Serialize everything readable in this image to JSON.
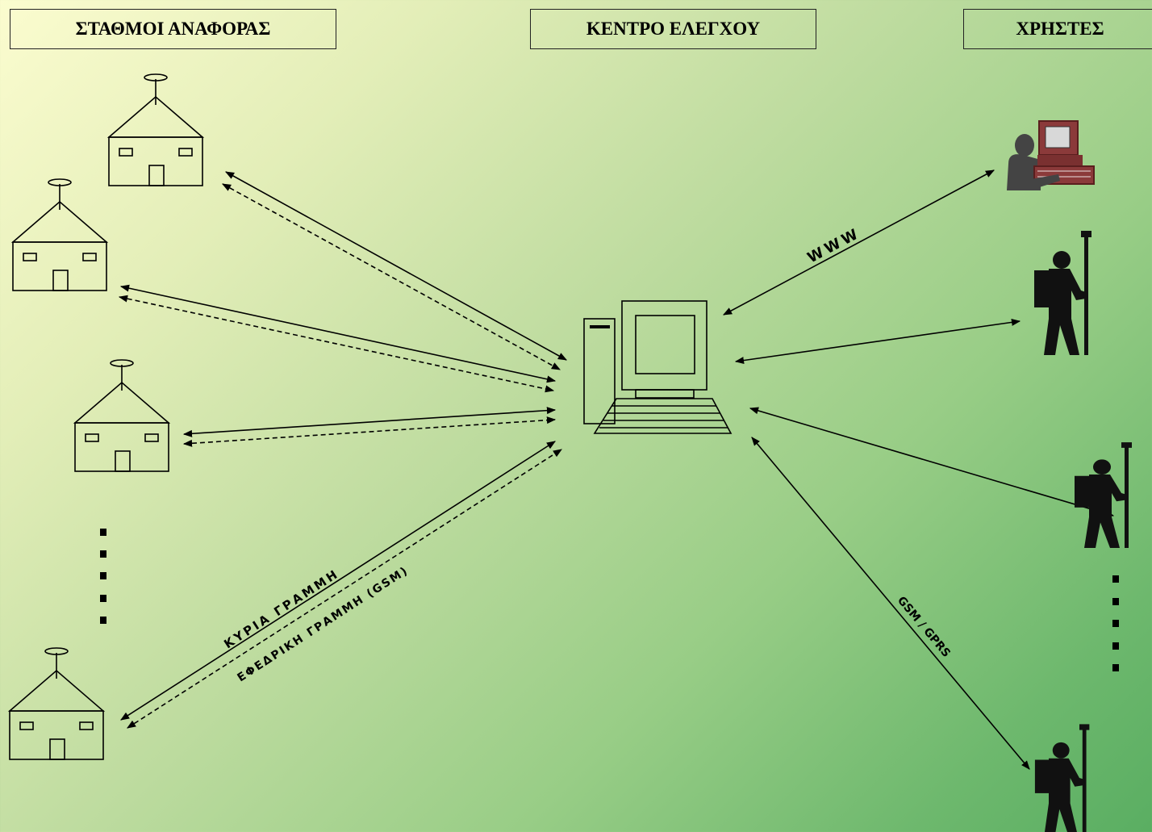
{
  "headers": {
    "stations": "ΣΤΑΘΜΟΙ ΑΝΑΦΟΡΑΣ",
    "control": "ΚΕΝΤΡΟ ΕΛΕΓΧΟΥ",
    "users": "ΧΡΗΣΤΕΣ"
  },
  "labels": {
    "www": "WWW",
    "main_line": "ΚΥΡΙΑ ΓΡΑΜΜΗ",
    "backup_line": "ΕΦΕΔΡΙΚΗ ΓΡΑΜΜΗ (GSM)",
    "gsm_gprs": "GSM / GPRS"
  },
  "colors": {
    "line": "#000000",
    "computer_screen": "#9b3b3b"
  },
  "icons": {
    "station": "house-antenna-icon",
    "control": "computer-icon",
    "web_user": "computer-user-icon",
    "field_user": "surveyor-icon"
  }
}
